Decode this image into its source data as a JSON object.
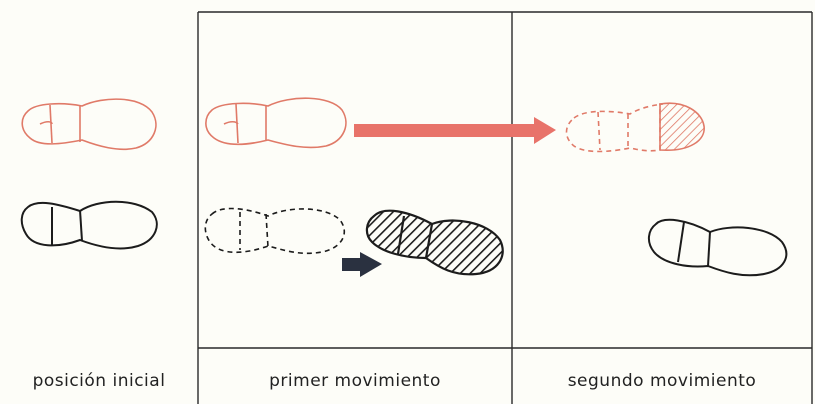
{
  "panels": [
    {
      "caption": "posición inicial"
    },
    {
      "caption": "primer movimiento"
    },
    {
      "caption": "segundo movimiento"
    }
  ],
  "colors": {
    "background": "#fdfdf8",
    "leader_foot": "#e07a68",
    "follower_foot": "#1c1c1c",
    "leader_arrow": "#e8736a",
    "follower_arrow": "#2a3140",
    "frame": "#2a2a2a"
  },
  "icons": {
    "footprint": "shoe-sole-icon",
    "move_arrow": "arrow-right-icon"
  }
}
